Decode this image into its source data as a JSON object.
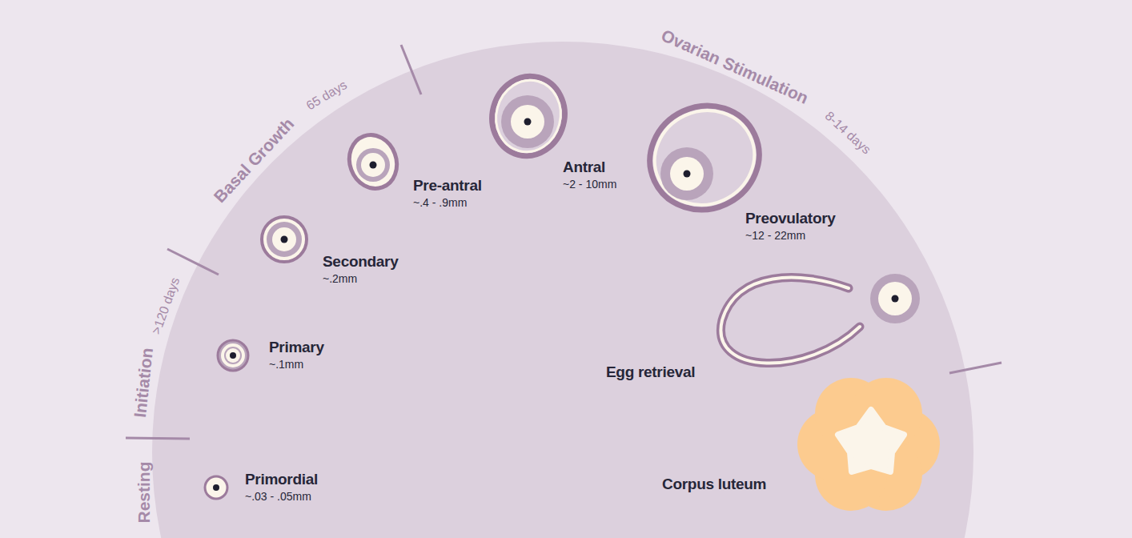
{
  "diagram": {
    "labels": [
      "Resting",
      "Initiation",
      ">120 days",
      "Basal Growth",
      "65 days",
      "Ovarian Stimulation",
      "8-14 days",
      "Primordial",
      "~.03 - .05mm",
      "Primary",
      "~.1mm",
      "Secondary",
      "~.2mm",
      "Pre-antral",
      "~.4 - .9mm",
      "Antral",
      "~2 - 10mm",
      "Preovulatory",
      "~12 - 22mm",
      "Egg retrieval",
      "Corpus luteum"
    ]
  }
}
